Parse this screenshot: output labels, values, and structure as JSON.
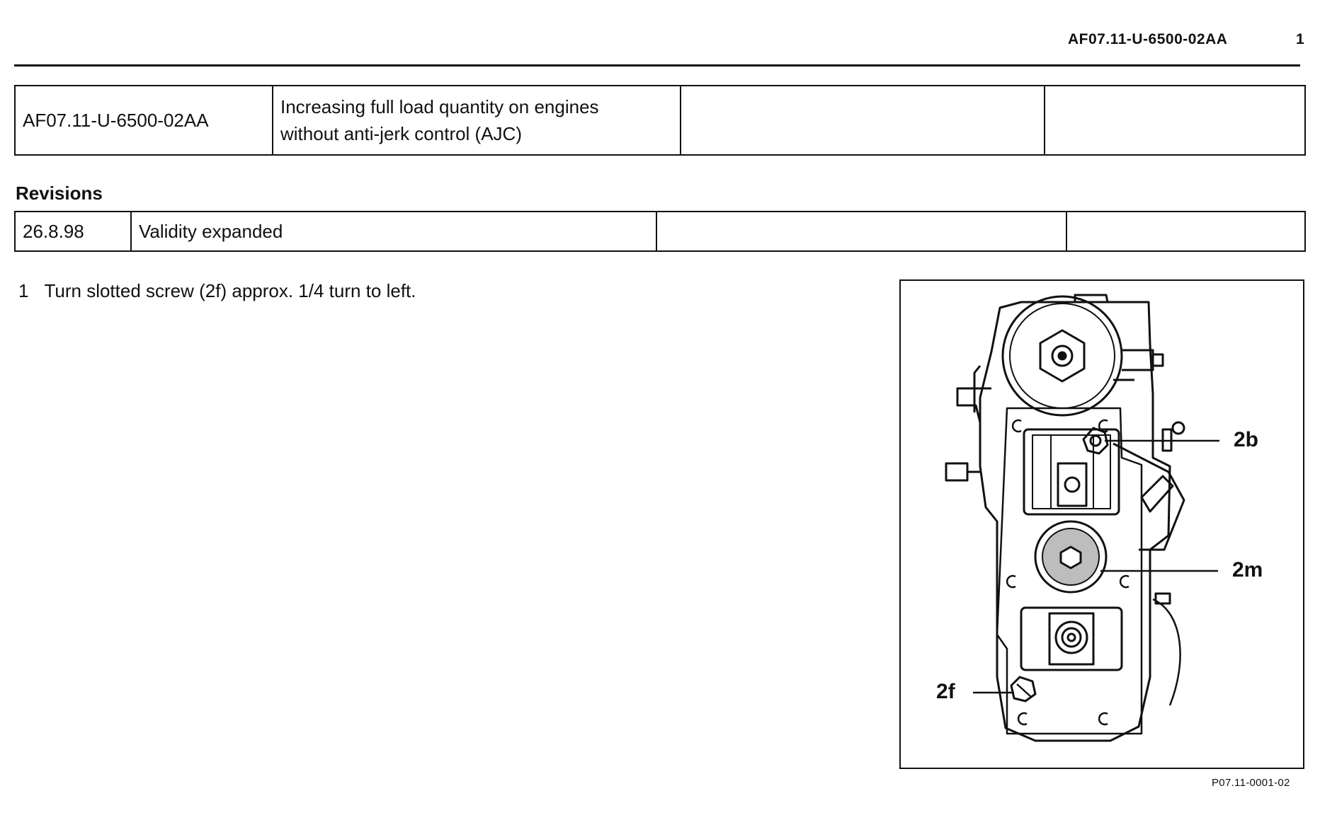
{
  "header": {
    "code": "AF07.11-U-6500-02AA",
    "page": "1"
  },
  "main_table": {
    "code": "AF07.11-U-6500-02AA",
    "title_line1": "Increasing full load quantity on engines",
    "title_line2": "without anti-jerk control (AJC)",
    "col3": "",
    "col4": ""
  },
  "revisions": {
    "heading": "Revisions",
    "rows": [
      {
        "date": "26.8.98",
        "text": "Validity expanded",
        "col3": "",
        "col4": ""
      }
    ]
  },
  "steps": [
    {
      "number": "1",
      "text": "Turn slotted screw (2f) approx. 1/4 turn to left."
    }
  ],
  "figure": {
    "labels": {
      "a": "2b",
      "b": "2m",
      "c": "2f"
    },
    "code": "P07.11-0001-02"
  }
}
